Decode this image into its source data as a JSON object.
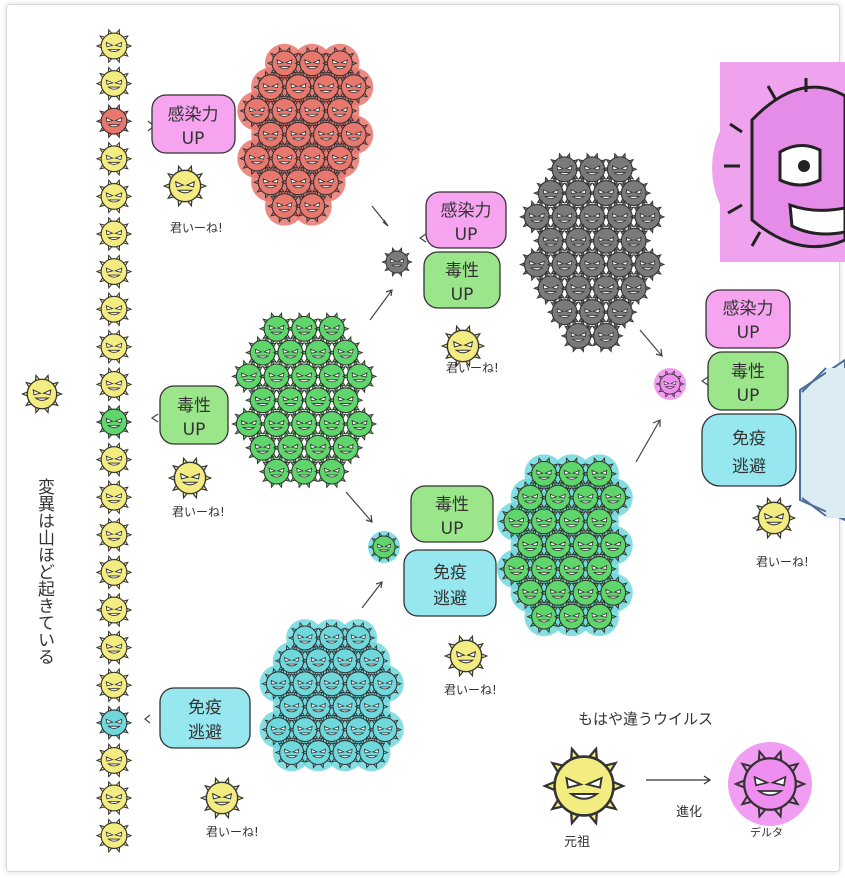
{
  "vertical_text": "変異は山ほど起きている",
  "bubbles": {
    "infectivity_up": [
      "感染力",
      "UP"
    ],
    "virulence_up": [
      "毒性",
      "UP"
    ],
    "immune_escape": [
      "免疫",
      "逃避"
    ]
  },
  "kimi_iine": "君いーね!",
  "legend": {
    "caption": "もはや違うウイルス",
    "origin_label": "元祖",
    "evolution_label": "進化",
    "delta_label": "デルタ"
  },
  "colors": {
    "yellow": "#f3ec80",
    "red": "#e8776e",
    "gray": "#7a7a7a",
    "green": "#5fd66b",
    "cyan": "#6fd8dd",
    "pink": "#ef8df0",
    "bubble_pink": "#f6a4f0",
    "bubble_green": "#9be58a",
    "bubble_cyan": "#96e7ef",
    "callout_fill": "#dcecf3",
    "callout_stroke": "#4e6f9a"
  },
  "icons": {
    "virus": "virus-icon",
    "arrow": "arrow-icon"
  }
}
